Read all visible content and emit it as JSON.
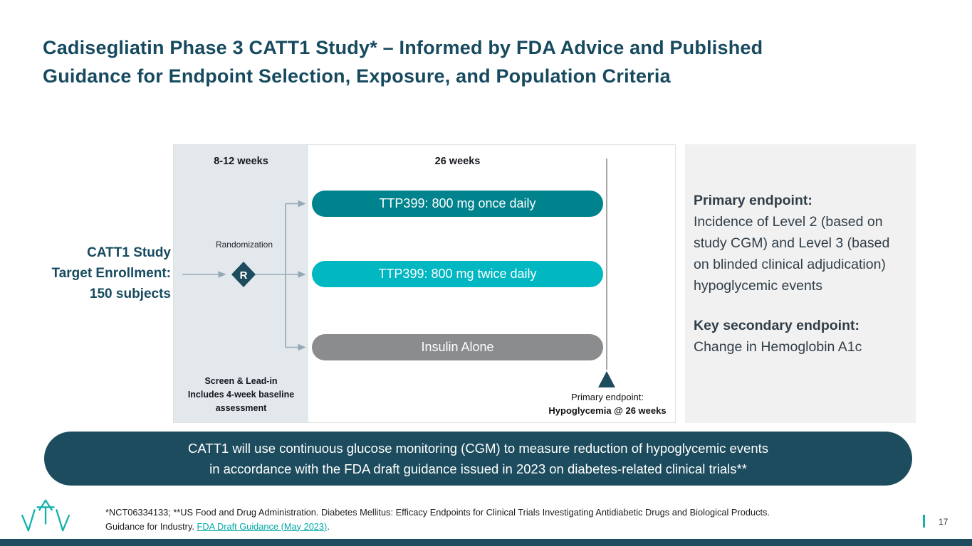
{
  "slide": {
    "title": "Cadisegliatin Phase 3 CATT1 Study* – Informed by FDA Advice and Published\nGuidance for Endpoint Selection, Exposure, and Population Criteria",
    "page_number": "17"
  },
  "diagram": {
    "enrollment_label": "CATT1 Study\nTarget Enrollment:\n150 subjects",
    "leadin_header": "8-12 weeks",
    "treatment_header": "26 weeks",
    "randomization_label": "Randomization",
    "r_label": "R",
    "arms": [
      {
        "label": "TTP399: 800 mg once daily",
        "color": "#00838C"
      },
      {
        "label": "TTP399: 800 mg twice daily",
        "color": "#00B7C2"
      },
      {
        "label": "Insulin Alone",
        "color": "#8A8C8E"
      }
    ],
    "leadin_footer": "Screen & Lead-in\nIncludes 4-week baseline\nassessment",
    "endpoint_marker_line1": "Primary endpoint:",
    "endpoint_marker_line2": "Hypoglycemia @ 26 weeks"
  },
  "endpoints_panel": {
    "primary_title": "Primary endpoint:",
    "primary_body": "Incidence of Level 2 (based on study CGM) and Level 3 (based on blinded clinical adjudication)\nhypoglycemic events",
    "secondary_title": "Key secondary endpoint:",
    "secondary_body": "Change in Hemoglobin A1c"
  },
  "banner": {
    "text": "CATT1 will use continuous glucose monitoring (CGM) to measure reduction of hypoglycemic events\nin accordance with the FDA draft guidance issued in 2023 on diabetes-related clinical trials**"
  },
  "footer": {
    "footnote_line1": "*NCT06334133; **US Food and Drug Administration. Diabetes Mellitus: Efficacy Endpoints for Clinical Trials Investigating Antidiabetic Drugs and Biological Products.",
    "footnote_line2_prefix": "Guidance for Industry. ",
    "footnote_link": "FDA Draft Guidance (May 2023)",
    "footnote_suffix": "."
  },
  "colors": {
    "accent_navy": "#1D4C5E",
    "title_teal": "#174A5F",
    "arm1_teal": "#00838C",
    "arm2_cyan": "#00B7C2",
    "arm3_gray": "#8A8C8E",
    "link_teal": "#00A9A5",
    "leadin_panel_bg": "#E3E8EC",
    "endpoints_panel_bg": "#F1F1F2"
  }
}
